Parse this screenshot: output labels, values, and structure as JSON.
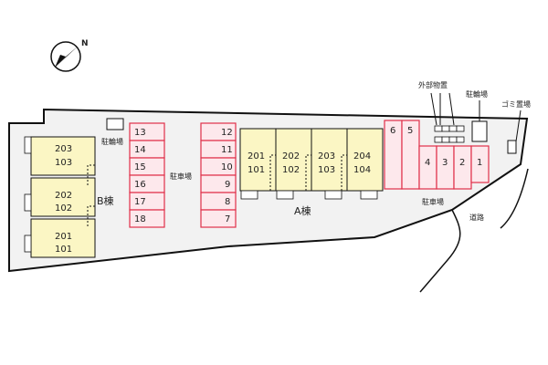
{
  "compass": {
    "label": "N"
  },
  "labels": {
    "b_building": "B棟",
    "a_building": "A棟",
    "parking_left": "駐車場",
    "parking_right": "駐車場",
    "bike_b": "駐輪場",
    "bike_a": "駐輪場",
    "storage": "外部物置",
    "garbage": "ゴミ置場",
    "road": "道路"
  },
  "b_units": [
    {
      "top": "203",
      "bottom": "103"
    },
    {
      "top": "202",
      "bottom": "102"
    },
    {
      "top": "201",
      "bottom": "101"
    }
  ],
  "a_units": [
    {
      "top": "201",
      "bottom": "101"
    },
    {
      "top": "202",
      "bottom": "102"
    },
    {
      "top": "203",
      "bottom": "103"
    },
    {
      "top": "204",
      "bottom": "104"
    }
  ],
  "parking_col1": [
    "13",
    "14",
    "15",
    "16",
    "17",
    "18"
  ],
  "parking_col2": [
    "12",
    "11",
    "10",
    "9",
    "8",
    "7"
  ],
  "parking_top_right": [
    "6",
    "5"
  ],
  "parking_bottom_right": [
    "4",
    "3",
    "2",
    "1"
  ],
  "colors": {
    "parking_stroke": "#e0304a",
    "parking_fill": "#fde8ec",
    "building_fill": "#fbf6c4",
    "site_fill": "#f2f2f2"
  }
}
